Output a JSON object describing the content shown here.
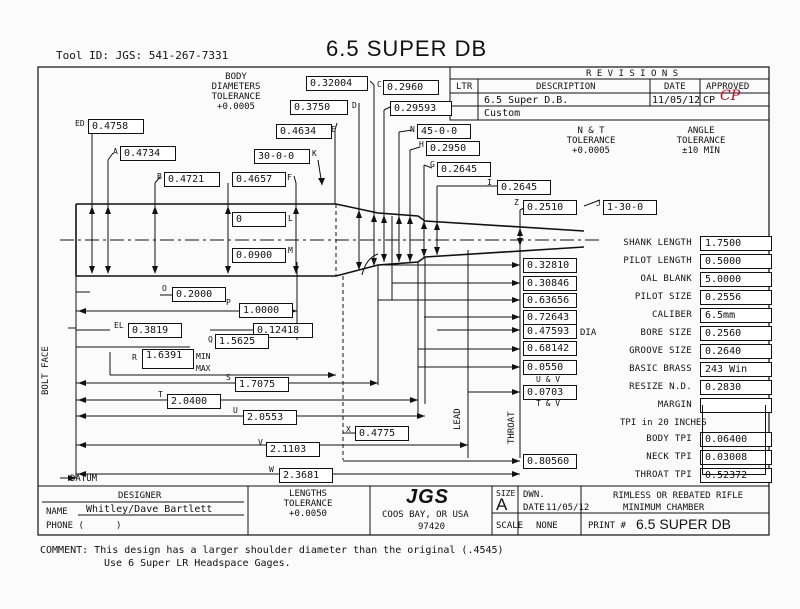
{
  "header": {
    "tool_id": "Tool ID: JGS: 541-267-7331",
    "title": "6.5 SUPER DB"
  },
  "revisions": {
    "title": "R E V I S I O N S",
    "col_ltr": "LTR",
    "col_description": "DESCRIPTION",
    "col_date": "DATE",
    "col_approved": "APPROVED",
    "row1_description": "6.5 Super D.B.",
    "row1_date": "11/05/12",
    "row1_approved": "CP",
    "row1_initials": "CP",
    "row2_description": "Custom"
  },
  "tolerances": {
    "body_line1": "BODY",
    "body_line2": "DIAMETERS",
    "body_line3": "TOLERANCE",
    "body_value": "+0.0005",
    "nt_line1": "N & T",
    "nt_line2": "TOLERANCE",
    "nt_value": "+0.0005",
    "angle_line1": "ANGLE",
    "angle_line2": "TOLERANCE",
    "angle_value": "±10 MIN"
  },
  "dimensions": {
    "ED_label": "ED",
    "ED": "0.4758",
    "A_label": "A",
    "A": "0.4734",
    "B_label": "B",
    "B": "0.4721",
    "C_label": "C",
    "C": "0.2960",
    "C_top": "0.32004",
    "D_label": "D",
    "D": "0.3750",
    "D_right": "0.29593",
    "E_label": "E",
    "E": "0.4634",
    "F_label": "F",
    "F": "0.4657",
    "K_label": "K",
    "K": "30-0-0",
    "N_label": "N",
    "N": "45-0-0",
    "H_label": "H",
    "H": "0.2950",
    "G_label": "G",
    "G": "0.2645",
    "I_label": "I",
    "I": "0.2645",
    "Z_label": "Z",
    "Z": "0.2510",
    "J_label": "J",
    "J": "1-30-0",
    "L_label": "L",
    "L": "0",
    "M_label": "M",
    "M": "0.0900",
    "O_label": "O",
    "O": "0.2000",
    "P_label": "P",
    "P": "1.0000",
    "EL_label": "EL",
    "EL": "0.3819",
    "EL_right": "0.12418",
    "Q_label": "Q",
    "Q": "1.5625",
    "R_label": "R",
    "R": "1.6391",
    "R_min": "MIN",
    "R_max": "MAX",
    "S_label": "S",
    "S": "1.7075",
    "T_label": "T",
    "T": "2.0400",
    "U_label": "U",
    "U": "2.0553",
    "X_label": "X",
    "X": "0.4775",
    "V_label": "V",
    "V": "2.1103",
    "W_label": "W",
    "W": "2.3681"
  },
  "right_column": {
    "v1": "0.32810",
    "v2": "0.30846",
    "v3": "0.63656",
    "v4": "0.72643",
    "v5": "0.47593",
    "v5_suffix": "DIA",
    "v6": "0.68142",
    "v7": "0.0550",
    "v7_sub": "U & V",
    "v8": "0.0703",
    "v8_sub": "T & V",
    "v9": "0.80560"
  },
  "side_labels": {
    "bolt_face": "BOLT FACE",
    "datum": "DATUM",
    "lead": "LEAD",
    "throat": "THROAT"
  },
  "specs": {
    "shank_length_label": "SHANK LENGTH",
    "shank_length": "1.7500",
    "pilot_length_label": "PILOT LENGTH",
    "pilot_length": "0.5000",
    "oal_blank_label": "OAL BLANK",
    "oal_blank": "5.0000",
    "pilot_size_label": "PILOT SIZE",
    "pilot_size": "0.2556",
    "caliber_label": "CALIBER",
    "caliber": "6.5mm",
    "bore_size_label": "BORE SIZE",
    "bore_size": "0.2560",
    "groove_size_label": "GROOVE SIZE",
    "groove_size": "0.2640",
    "basic_brass_label": "BASIC BRASS",
    "basic_brass": "243 Win",
    "resize_nd_label": "RESIZE N.D.",
    "resize_nd": "0.2830",
    "margin_label": "MARGIN",
    "margin": "",
    "tpi_header": "TPI in 20 INCHES",
    "body_tpi_label": "BODY TPI",
    "body_tpi": "0.06400",
    "neck_tpi_label": "NECK TPI",
    "neck_tpi": "0.03008",
    "throat_tpi_label": "THROAT TPI",
    "throat_tpi": "0.52372"
  },
  "title_block": {
    "designer_label": "DESIGNER",
    "name_label": "NAME",
    "name_value": "Whitley/Dave Bartlett",
    "phone_label": "PHONE (",
    "phone_close": ")",
    "lengths_line1": "LENGTHS",
    "lengths_line2": "TOLERANCE",
    "lengths_value": "+0.0050",
    "logo": "JGS",
    "city": "COOS BAY, OR USA",
    "zip": "97420",
    "size_label": "SIZE",
    "size_value": "A",
    "dwn_label": "DWN.",
    "date_label": "DATE",
    "date_value": "11/05/12",
    "scale_label": "SCALE",
    "scale_value": "NONE",
    "print_label": "PRINT #",
    "print_value": "6.5 SUPER DB",
    "desc_line1": "RIMLESS OR REBATED RIFLE",
    "desc_line2": "MINIMUM CHAMBER"
  },
  "comment": {
    "line1": "COMMENT: This design has a larger shoulder diameter than the original (.4545)",
    "line2": "Use 6 Super LR Headspace Gages."
  }
}
